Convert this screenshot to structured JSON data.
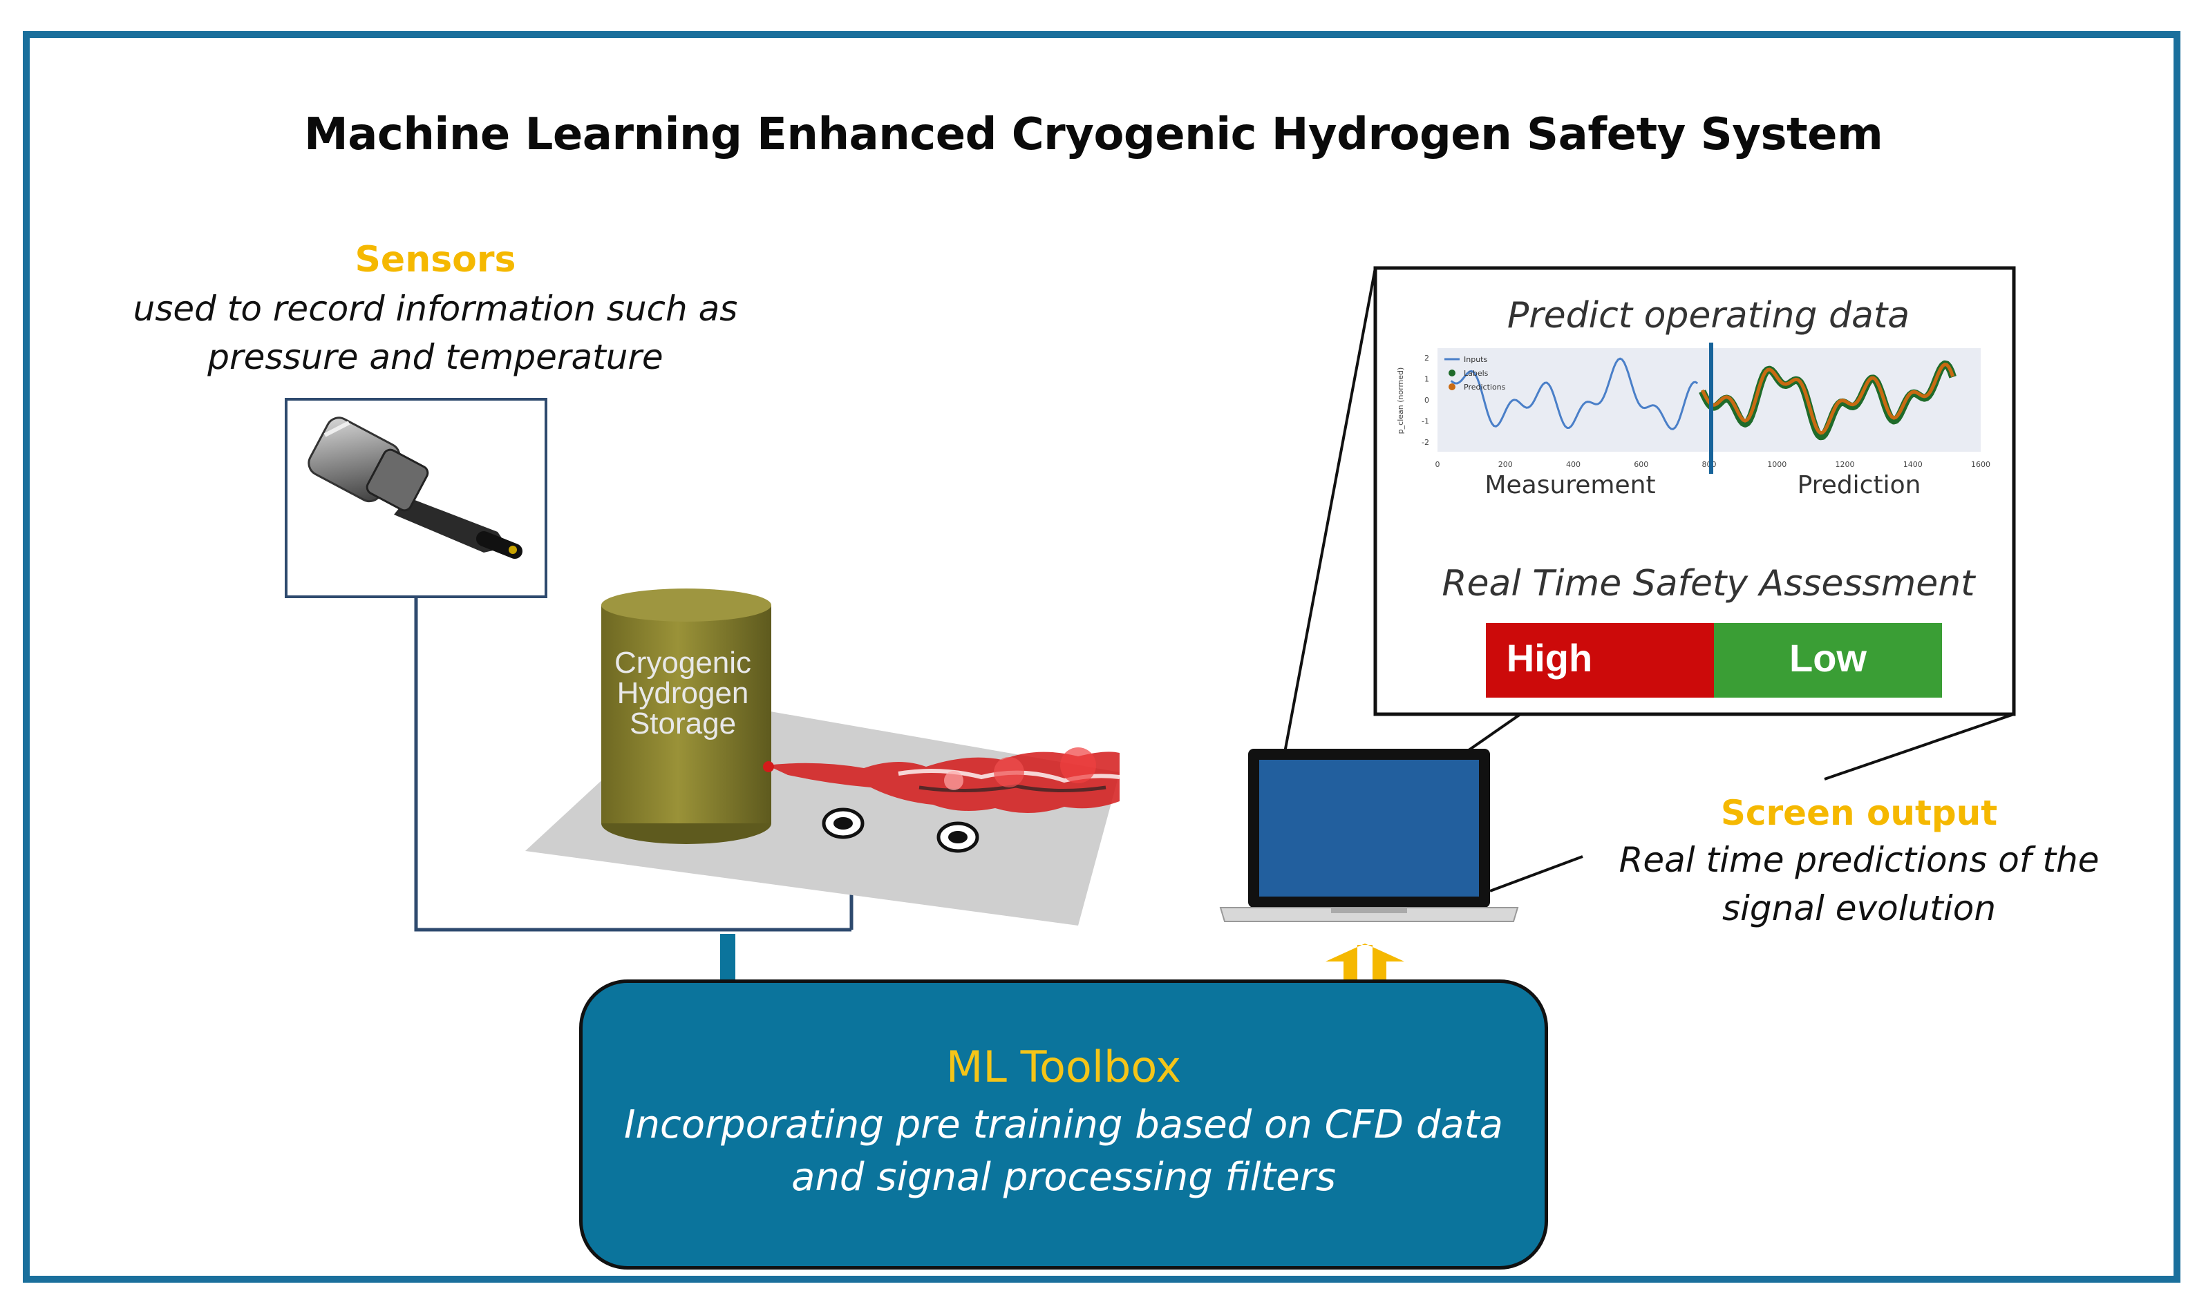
{
  "title": "Machine Learning Enhanced Cryogenic Hydrogen Safety System",
  "sensors": {
    "title": "Sensors",
    "desc_line1": "used to record information such as",
    "desc_line2": "pressure and temperature"
  },
  "storage": {
    "line1": "Cryogenic",
    "line2": "Hydrogen",
    "line3": "Storage"
  },
  "screen_panel": {
    "plot_title": "Predict operating data",
    "legend": [
      "Inputs",
      "Labels",
      "Predictions"
    ],
    "y_axis_label": "p_clean (normed)",
    "y_ticks": [
      "2",
      "1",
      "0",
      "-1",
      "-2"
    ],
    "x_ticks": [
      "0",
      "200",
      "400",
      "600",
      "800",
      "1000",
      "1200",
      "1400",
      "1600"
    ],
    "measurement_label": "Measurement",
    "prediction_label": "Prediction",
    "assessment_title": "Real Time Safety Assessment",
    "high_label": "High",
    "low_label": "Low"
  },
  "screen_output": {
    "title": "Screen output",
    "desc_line1": "Real time predictions of the",
    "desc_line2": "signal evolution"
  },
  "ml_toolbox": {
    "title": "ML Toolbox",
    "desc_line1": "Incorporating pre training based on CFD data",
    "desc_line2": "and signal processing filters"
  },
  "colors": {
    "frame": "#1a6f9c",
    "accent": "#f5b800",
    "ml_box": "#0b749c",
    "tank": "#8a8230",
    "high": "#cc0a0a",
    "low": "#3a9e35",
    "laptop_screen": "#225f9e",
    "input_series": "#4a7fc8",
    "labels_series": "#1f6b2a",
    "predictions_series": "#c96a12"
  }
}
